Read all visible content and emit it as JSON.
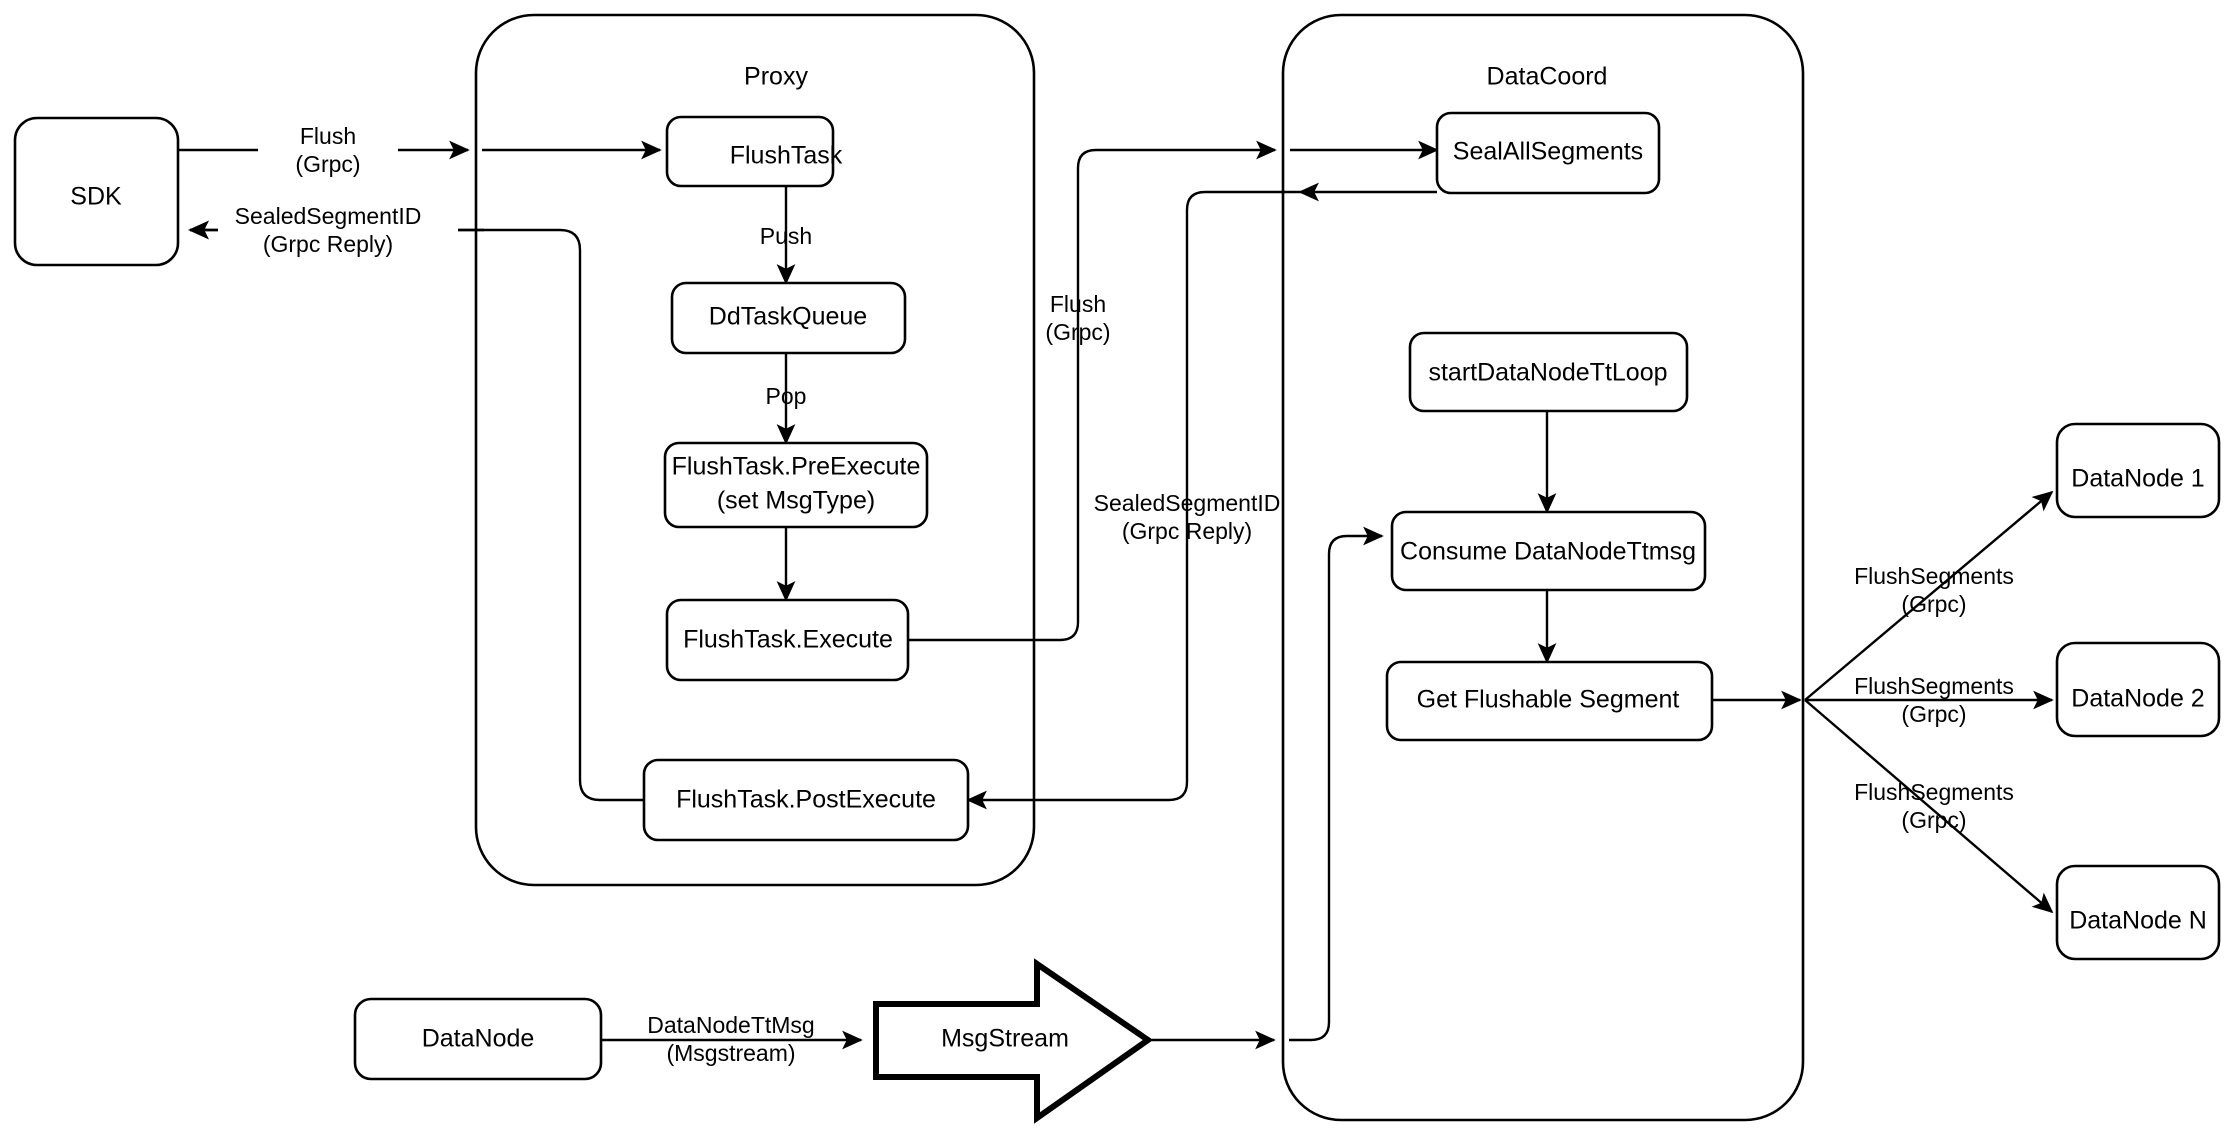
{
  "diagram": {
    "title": "Milvus Flush Flow",
    "background_color": "#ffffff",
    "stroke_color": "#000000"
  },
  "containers": [
    {
      "id": "proxy",
      "label": "Proxy"
    },
    {
      "id": "datacoord",
      "label": "DataCoord"
    }
  ],
  "nodes": {
    "sdk": "SDK",
    "flush_task": "FlushTask",
    "dd_task_queue": "DdTaskQueue",
    "pre_execute_line1": "FlushTask.PreExecute",
    "pre_execute_line2": "(set MsgType)",
    "execute": "FlushTask.Execute",
    "post_execute": "FlushTask.PostExecute",
    "seal_all_segments": "SealAllSegments",
    "start_datanode_tt_loop": "startDataNodeTtLoop",
    "consume_datanode_ttmsg": "Consume DataNodeTtmsg",
    "get_flushable_segment": "Get Flushable Segment",
    "datanode_1": "DataNode 1",
    "datanode_2": "DataNode 2",
    "datanode_n": "DataNode N",
    "datanode_source": "DataNode",
    "msgstream": "MsgStream"
  },
  "edge_labels": {
    "sdk_to_proxy_l1": "Flush",
    "sdk_to_proxy_l2": "(Grpc)",
    "proxy_to_sdk_l1": "SealedSegmentID",
    "proxy_to_sdk_l2": "(Grpc Reply)",
    "push": "Push",
    "pop": "Pop",
    "proxy_to_coord_l1": "Flush",
    "proxy_to_coord_l2": "(Grpc)",
    "coord_to_proxy_l1": "SealedSegmentID",
    "coord_to_proxy_l2": "(Grpc Reply)",
    "flush_segments_1_l1": "FlushSegments",
    "flush_segments_1_l2": "(Grpc)",
    "flush_segments_2_l1": "FlushSegments",
    "flush_segments_2_l2": "(Grpc)",
    "flush_segments_n_l1": "FlushSegments",
    "flush_segments_n_l2": "(Grpc)",
    "datanode_ttmsg_l1": "DataNodeTtMsg",
    "datanode_ttmsg_l2": "(Msgstream)"
  }
}
